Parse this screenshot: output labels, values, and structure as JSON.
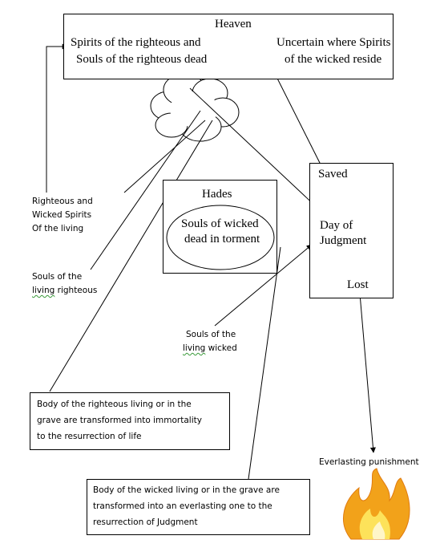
{
  "heaven": {
    "title": "Heaven",
    "righteous_line1": "Spirits of the righteous and",
    "righteous_line2": "Souls of the righteous dead",
    "wicked_line1": "Uncertain where Spirits",
    "wicked_line2": "of the wicked reside"
  },
  "hades": {
    "title": "Hades",
    "inner_line1": "Souls of wicked",
    "inner_line2": "dead in torment"
  },
  "judgment": {
    "saved": "Saved",
    "day_line1": "Day of",
    "day_line2": "Judgment",
    "lost": "Lost"
  },
  "labels": {
    "spirits_line1": "Righteous and",
    "spirits_line2": "Wicked Spirits",
    "spirits_line3": "Of the living",
    "souls_righteous_line1": "Souls of the",
    "souls_righteous_word": "living",
    "souls_righteous_rest": " righteous",
    "souls_wicked_line1": "Souls of the",
    "souls_wicked_word": "living",
    "souls_wicked_rest": " wicked",
    "punishment": "Everlasting punishment"
  },
  "body_righteous": {
    "line1": "Body of the righteous living or in the",
    "line2": "grave are transformed into immortality",
    "line3": "to the resurrection of life"
  },
  "body_wicked": {
    "line1": "Body of the wicked living or in the grave are",
    "line2": "transformed into an everlasting one to the",
    "line3": "resurrection of Judgment"
  },
  "colors": {
    "flame_outer": "#f2a21a",
    "flame_inner": "#fde25a",
    "spellcheck": "#3a9a3a"
  }
}
